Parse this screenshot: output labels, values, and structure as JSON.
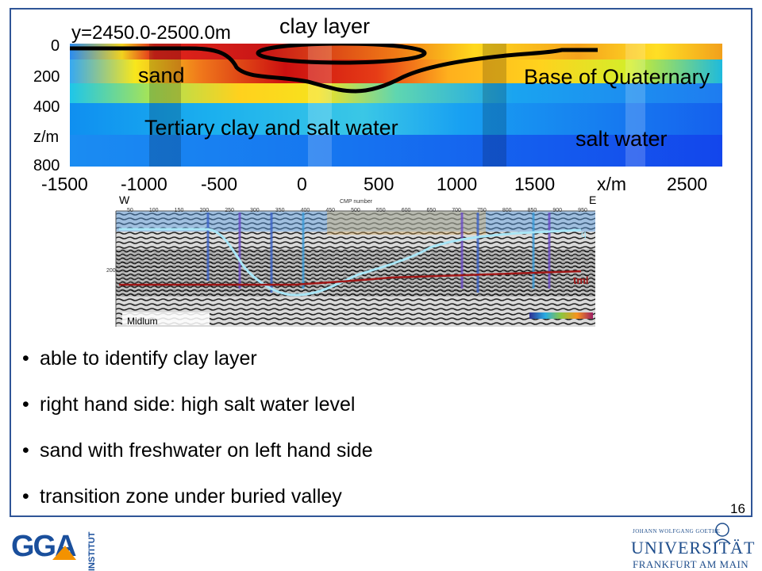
{
  "slide": {
    "page_number": "16",
    "bullets": [
      "able to identify clay layer",
      "right hand side: high salt water level",
      "sand with freshwater on left hand side",
      "transition zone under buried valley"
    ]
  },
  "section_plot": {
    "title": "y=2450.0-2500.0m",
    "z_ticks": [
      "0",
      "200",
      "400",
      "z/m",
      "800"
    ],
    "x_ticks": [
      "-1500",
      "-1000",
      "-500",
      "0",
      "500",
      "1000",
      "1500",
      "x/m",
      "2500"
    ],
    "annotations": {
      "clay": "clay layer",
      "sand": "sand",
      "base": "Base of Quaternary",
      "tertiary": "Tertiary clay and salt water",
      "salt": "salt water"
    }
  },
  "seismic": {
    "west": "W",
    "east": "E",
    "cmp_label": "CMP number",
    "cmp_ticks": [
      "50",
      "100",
      "150",
      "200",
      "250",
      "300",
      "350",
      "400",
      "450",
      "500",
      "550",
      "600",
      "650",
      "700",
      "750",
      "800",
      "850",
      "900",
      "950"
    ],
    "depth_tick": "200",
    "location": "Midlum",
    "horizon_q": "q",
    "horizon_tml": "tml"
  },
  "footer": {
    "gga_text": "GGA",
    "institut_text": "INSTITUT",
    "uni_line1": "JOHANN WOLFGANG GOETHE",
    "uni_line2": "UNIVERSITÄT",
    "uni_line3": "FRANKFURT AM MAIN"
  },
  "colors": {
    "frame": "#2f5597",
    "gga_blue": "#1a4f9c",
    "gga_orange": "#f39200",
    "uni_blue": "#1f4e8c"
  }
}
